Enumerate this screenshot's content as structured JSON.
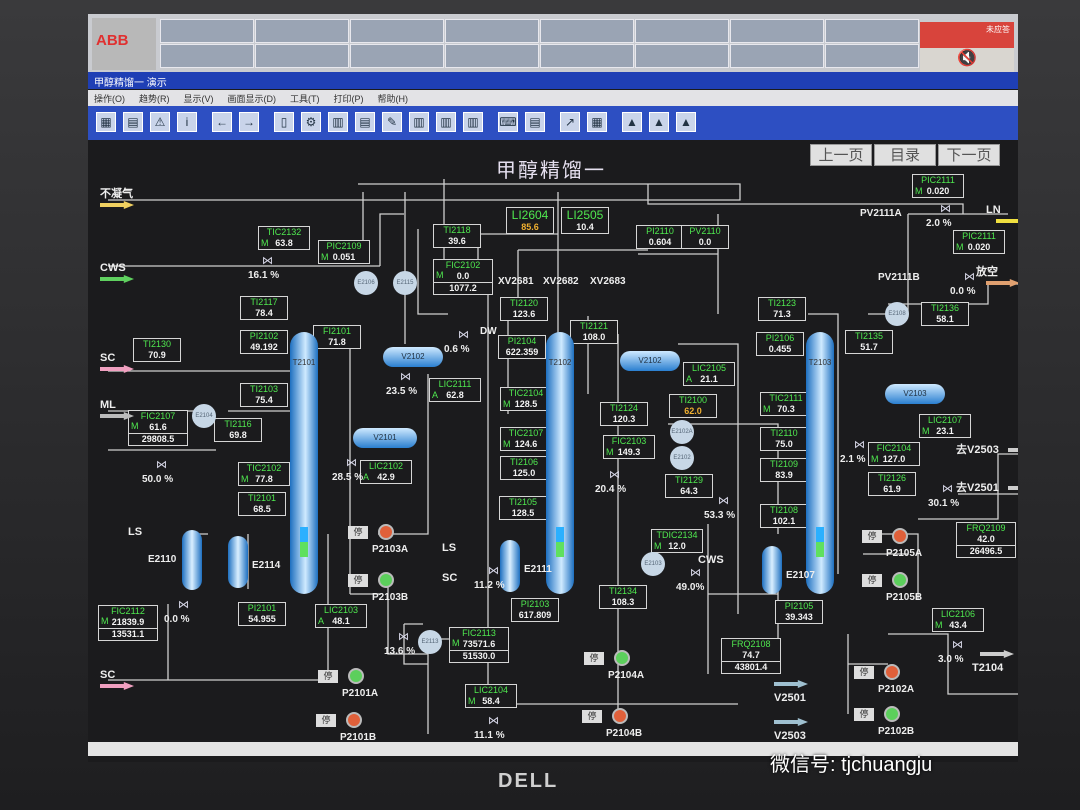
{
  "header": {
    "logo": "ABB",
    "alarm_label": "未应答",
    "silence_icon": "mute-speaker-icon"
  },
  "window_title": "甲醇精馏一  演示",
  "menu": [
    "操作(O)",
    "趋势(R)",
    "显示(V)",
    "画面显示(D)",
    "工具(T)",
    "打印(P)",
    "帮助(H)"
  ],
  "toolbar_icons": [
    "grid-icon",
    "list-icon",
    "warning-icon",
    "info-icon",
    "back-icon",
    "forward-icon",
    "doc-icon",
    "settings-icon",
    "table-icon",
    "report-icon",
    "note-icon",
    "chart-icon",
    "chart2-icon",
    "chart3-icon",
    "keyboard-icon",
    "print-icon",
    "trend-icon",
    "layout-icon",
    "alarm-up-icon",
    "alarm-active-icon",
    "alarm-list-icon"
  ],
  "page_title": "甲醇精馏一",
  "nav": {
    "prev": "上一页",
    "index": "目录",
    "next": "下一页"
  },
  "tags": [
    {
      "n": "TIC2132",
      "m": "M",
      "v": "63.8"
    },
    {
      "n": "PIC2109",
      "m": "M",
      "v": "0.051"
    },
    {
      "n": "TI2118",
      "v": "39.6"
    },
    {
      "n": "FIC2102",
      "m": "M",
      "v": "0.0",
      "v2": "1077.2"
    },
    {
      "n": "TI2117",
      "v": "78.4"
    },
    {
      "n": "PI2102",
      "v": "49.192"
    },
    {
      "n": "FI2101",
      "v": "71.8"
    },
    {
      "n": "TI2130",
      "v": "70.9"
    },
    {
      "n": "TI2103",
      "v": "75.4"
    },
    {
      "n": "LIC2111",
      "m": "A",
      "v": "62.8"
    },
    {
      "n": "FIC2107",
      "m": "M",
      "v": "61.6",
      "v2": "29808.5"
    },
    {
      "n": "TI2116",
      "v": "69.8"
    },
    {
      "n": "TIC2102",
      "m": "M",
      "v": "77.8"
    },
    {
      "n": "LIC2102",
      "m": "A",
      "v": "42.9"
    },
    {
      "n": "TI2101",
      "v": "68.5"
    },
    {
      "n": "FIC2112",
      "m": "M",
      "v": "21839.9",
      "v2": "13531.1"
    },
    {
      "n": "PI2101",
      "v": "54.955"
    },
    {
      "n": "LIC2103",
      "m": "A",
      "v": "48.1"
    },
    {
      "n": "LI2604",
      "v": "85.6"
    },
    {
      "n": "LI2505",
      "v": "10.4"
    },
    {
      "n": "PI2110",
      "v": "0.604"
    },
    {
      "n": "PV2110",
      "v": "0.0"
    },
    {
      "n": "TI2120",
      "v": "123.6"
    },
    {
      "n": "TI2121",
      "v": "108.0"
    },
    {
      "n": "PI2104",
      "v": "622.359"
    },
    {
      "n": "TIC2104",
      "m": "M",
      "v": "128.5"
    },
    {
      "n": "TIC2107",
      "m": "M",
      "v": "124.6"
    },
    {
      "n": "TI2106",
      "v": "125.0"
    },
    {
      "n": "TI2105",
      "v": "128.5"
    },
    {
      "n": "PI2103",
      "v": "617.809"
    },
    {
      "n": "FIC2113",
      "m": "M",
      "v": "73571.6",
      "v2": "51530.0"
    },
    {
      "n": "LIC2104",
      "m": "M",
      "v": "58.4"
    },
    {
      "n": "LIC2105",
      "m": "A",
      "v": "21.1"
    },
    {
      "n": "TI2100",
      "v": "62.0"
    },
    {
      "n": "TI2124",
      "v": "120.3"
    },
    {
      "n": "FIC2103",
      "m": "M",
      "v": "149.3"
    },
    {
      "n": "TI2129",
      "v": "64.3"
    },
    {
      "n": "TDIC2134",
      "m": "M",
      "v": "12.0"
    },
    {
      "n": "TI2134",
      "v": "108.3"
    },
    {
      "n": "FRQ2108",
      "v": "74.7",
      "v2": "43801.4"
    },
    {
      "n": "PIC2111",
      "m": "M",
      "v": "0.020"
    },
    {
      "n": "PIC2111",
      "m": "M",
      "v": "0.020"
    },
    {
      "n": "TI2123",
      "v": "71.3"
    },
    {
      "n": "PI2106",
      "v": "0.455"
    },
    {
      "n": "TI2135",
      "v": "51.7"
    },
    {
      "n": "TI2136",
      "v": "58.1"
    },
    {
      "n": "TIC2111",
      "m": "M",
      "v": "70.3"
    },
    {
      "n": "TI2110",
      "v": "75.0"
    },
    {
      "n": "TI2109",
      "v": "83.9"
    },
    {
      "n": "FIC2104",
      "m": "M",
      "v": "127.0"
    },
    {
      "n": "TI2126",
      "v": "61.9"
    },
    {
      "n": "LIC2107",
      "m": "M",
      "v": "23.1"
    },
    {
      "n": "TI2108",
      "v": "102.1"
    },
    {
      "n": "FRQ2109",
      "v": "42.0",
      "v2": "26496.5"
    },
    {
      "n": "PI2105",
      "v": "39.343"
    },
    {
      "n": "LIC2106",
      "m": "M",
      "v": "43.4"
    }
  ],
  "colors": {
    "highlight_value": "#f0b030",
    "tag_name": "#4fe84f"
  },
  "columns": [
    "T2101",
    "T2102",
    "T2103"
  ],
  "vessels": [
    "V2102",
    "V2101",
    "V2102",
    "V2103"
  ],
  "exchangers": [
    "E2106",
    "E2115",
    "E2104",
    "E2113",
    "E2102A",
    "E2102",
    "E2103",
    "E2108"
  ],
  "vertical_exchangers": [
    "E2110",
    "E2114",
    "E2111",
    "E2107"
  ],
  "pumps": [
    {
      "n": "P2103A",
      "run": false
    },
    {
      "n": "P2103B",
      "run": true
    },
    {
      "n": "P2101A",
      "run": true
    },
    {
      "n": "P2101B",
      "run": false
    },
    {
      "n": "P2104A",
      "run": true
    },
    {
      "n": "P2104B",
      "run": false
    },
    {
      "n": "P2105A",
      "run": false
    },
    {
      "n": "P2105B",
      "run": true
    },
    {
      "n": "P2102A",
      "run": false
    },
    {
      "n": "P2102B",
      "run": true
    }
  ],
  "stop_label": "停",
  "valves": [
    "16.1 %",
    "0.6   %",
    "23.5 %",
    "50.0 %",
    "28.5 %",
    "0.0 %",
    "13.6 %",
    "11.2 %",
    "11.1 %",
    "20.4 %",
    "53.3 %",
    "49.0%",
    "2.1 %",
    "30.1 %",
    "3.0  %",
    "2.0  %",
    "0.0  %"
  ],
  "streams": [
    "不凝气",
    "CWS",
    "SC",
    "ML",
    "LS",
    "SC",
    "LS",
    "SC",
    "CWS",
    "LN",
    "放空",
    "去V2503",
    "去V2501",
    "T2104",
    "V2501",
    "V2503",
    "DW",
    "PV2111A",
    "PV2111B",
    "XV2681",
    "XV2682",
    "XV2683"
  ],
  "watermark": "微信号: tjchuangju",
  "monitor_brand": "DELL"
}
